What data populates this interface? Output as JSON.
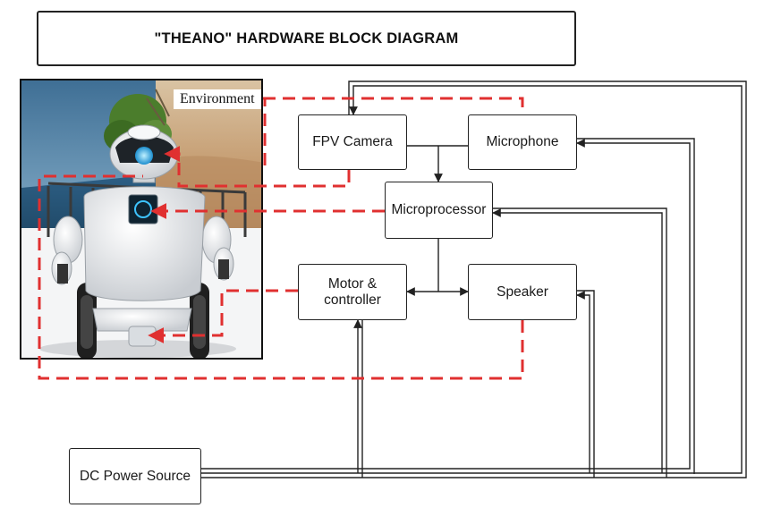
{
  "title": "\"THEANO\" HARDWARE BLOCK DIAGRAM",
  "environment_label": "Environment",
  "blocks": {
    "camera": "FPV Camera",
    "microphone": "Microphone",
    "microprocessor": "Microprocessor",
    "motor_line1": "Motor &",
    "motor_line2": "controller",
    "speaker": "Speaker",
    "power": "DC Power Source"
  },
  "colors": {
    "signal_line": "#e03030",
    "connector": "#222222",
    "sky": "#5f8db0",
    "desert": "#c9a27a",
    "robot_body": "#e9ecef",
    "eye": "#2fa9e0"
  }
}
